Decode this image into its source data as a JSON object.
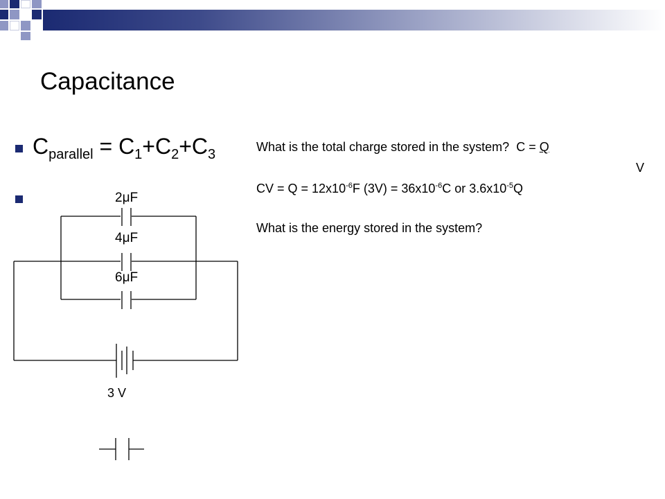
{
  "slide": {
    "title": "Capacitance",
    "bullets": [
      {
        "formula": {
          "lhs": "C",
          "lhs_sub": "parallel",
          "eq": " = C",
          "s1": "1",
          "plus1": "+C",
          "s2": "2",
          "plus2": "+C",
          "s3": "3"
        }
      },
      {
        "text": ""
      }
    ],
    "right_text": {
      "q1": "What is the total charge stored in the system?",
      "c_eq": "C =",
      "c_num": "Q",
      "c_den": "V",
      "cv_part1": "CV = Q  = 12x10",
      "cv_exp1": "-6",
      "cv_part2": "F (3V) = 36x10",
      "cv_exp2": "-6",
      "cv_part3": "C or 3.6x10",
      "cv_exp3": "-5",
      "cv_part4": "Q",
      "q2": "What is the energy stored in the system?"
    },
    "circuit": {
      "capacitors": [
        {
          "value": "2",
          "unit": "μF"
        },
        {
          "value": "4",
          "unit": "μF"
        },
        {
          "value": "6",
          "unit": "μF"
        }
      ],
      "battery_label": "3 V"
    },
    "colors": {
      "accent": "#1b2a72",
      "accent_light": "#8f97c4"
    }
  }
}
